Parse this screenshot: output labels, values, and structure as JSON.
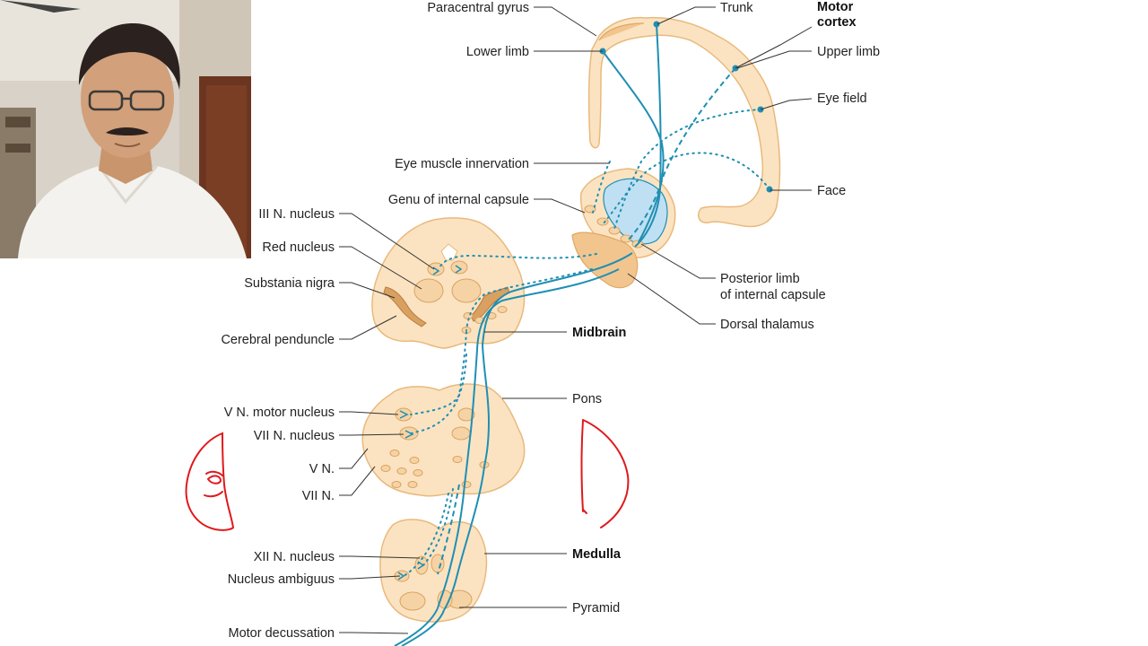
{
  "diagram": {
    "labels": {
      "paracentral_gyrus": "Paracentral gyrus",
      "trunk": "Trunk",
      "motor_cortex_line1": "Motor",
      "motor_cortex_line2": "cortex",
      "lower_limb": "Lower limb",
      "upper_limb": "Upper limb",
      "eye_field": "Eye field",
      "eye_muscle_innervation": "Eye muscle innervation",
      "face": "Face",
      "genu_internal_capsule": "Genu of internal capsule",
      "iii_nucleus": "III N. nucleus",
      "red_nucleus": "Red nucleus",
      "substantia_nigra": "Substania nigra",
      "cerebral_peduncle": "Cerebral penduncle",
      "posterior_limb_line1": "Posterior limb",
      "posterior_limb_line2": "of internal capsule",
      "dorsal_thalamus": "Dorsal thalamus",
      "midbrain": "Midbrain",
      "pons": "Pons",
      "v_motor_nucleus": "V N. motor nucleus",
      "vii_nucleus": "VII N. nucleus",
      "v_nerve": "V N.",
      "vii_nerve": "VII N.",
      "xii_nucleus": "XII N. nucleus",
      "medulla": "Medulla",
      "nucleus_ambiguus": "Nucleus ambiguus",
      "pyramid": "Pyramid",
      "motor_decussation": "Motor decussation"
    },
    "colors": {
      "tract": "#1f8fb3",
      "tissue": "#fbe3c2",
      "tissue_outline": "#e9b97c",
      "annotation_ink": "#e0191b"
    }
  },
  "webcam": {
    "icon": "presenter-video-feed"
  }
}
